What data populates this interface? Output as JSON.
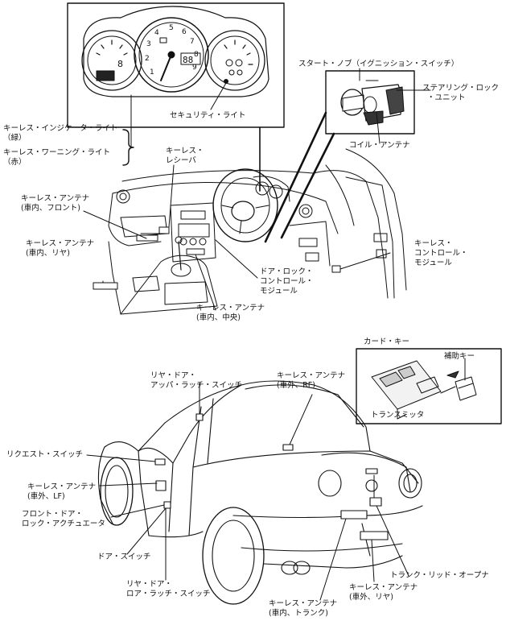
{
  "labels": {
    "security_light": "セキュリティ・ライト",
    "start_knob": "スタート・ノブ（イグニッション・スイッチ）",
    "steering_lock_1": "ステアリング・ロック",
    "steering_lock_2": "・ユニット",
    "coil_antenna": "コイル・アンテナ",
    "indicator_light_1": "キーレス・インジケータ・ライト",
    "indicator_light_2": "（緑）",
    "warning_light_1": "キーレス・ワーニング・ライト",
    "warning_light_2": "（赤）",
    "receiver_1": "キーレス・",
    "receiver_2": "レシーバ",
    "antenna_front_1": "キーレス・アンテナ",
    "antenna_front_2": "(車内、フロント)",
    "antenna_rear_in_1": "キーレス・アンテナ",
    "antenna_rear_in_2": "(車内、リヤ)",
    "control_module_1": "キーレス・",
    "control_module_2": "コントロール・",
    "control_module_3": "モジュール",
    "door_lock_module_1": "ドア・ロック・",
    "door_lock_module_2": "コントロール・",
    "door_lock_module_3": "モジュール",
    "antenna_center_1": "キーレス・アンテナ",
    "antenna_center_2": "(車内、中央)",
    "card_key": "カード・キー",
    "aux_key": "補助キー",
    "transmitter": "トランスミッタ",
    "rear_upper_latch_1": "リヤ・ドア・",
    "rear_upper_latch_2": "アッパ・ラッチ・スイッチ",
    "antenna_rf_1": "キーレス・アンテナ",
    "antenna_rf_2": "(車外、RF)",
    "request_switch": "リクエスト・スイッチ",
    "antenna_lf_1": "キーレス・アンテナ",
    "antenna_lf_2": "(車外、LF)",
    "front_actuator_1": "フロント・ドア・",
    "front_actuator_2": "ロック・アクチュエータ",
    "door_switch": "ドア・スイッチ",
    "rear_lower_latch_1": "リヤ・ドア・",
    "rear_lower_latch_2": "ロア・ラッチ・スイッチ",
    "trunk_opener": "トランク・リッド・オープナ",
    "antenna_rear_out_1": "キーレス・アンテナ",
    "antenna_rear_out_2": "(車外、リヤ)",
    "antenna_trunk_1": "キーレス・アンテナ",
    "antenna_trunk_2": "(車内、トランク)"
  },
  "gauges": {
    "tach_numbers": [
      "1",
      "2",
      "3",
      "4",
      "5",
      "6",
      "7",
      "8",
      "9"
    ],
    "left_gear": "8",
    "speed_display": "88"
  }
}
